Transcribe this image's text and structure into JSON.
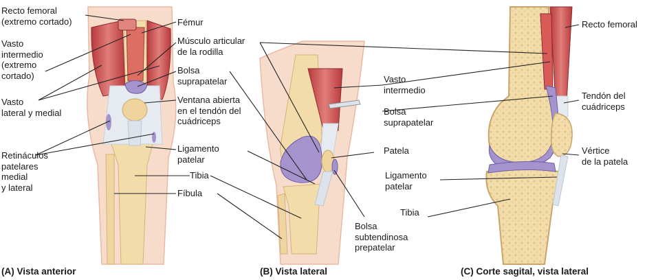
{
  "panel_a": {
    "caption": "(A) Vista anterior",
    "labels": {
      "recto_femoral": "Recto femoral\n(extremo cortado)",
      "vasto_intermedio": "Vasto\nintermedio\n(extremo\ncortado)",
      "vasto_lateral_medial": "Vasto\nlateral y medial",
      "retinaculos": "Retináculos\npatelares\nmedial\ny lateral",
      "femur": "Fémur",
      "musculo_articular": "Músculo articular\nde la rodilla",
      "bolsa_suprapatelar": "Bolsa\nsuprapatelar",
      "ventana": "Ventana abierta\nen el tendón del\ncuádriceps",
      "ligamento_patelar": "Ligamento\npatelar",
      "tibia": "Tibia",
      "fibula": "Fíbula"
    }
  },
  "panel_b": {
    "caption": "(B) Vista lateral",
    "labels": {
      "vasto_intermedio": "Vasto\nintermedio",
      "bolsa_suprapatelar": "Bolsa\nsuprapatelar",
      "patela": "Patela",
      "bolsa_subtendinosa": "Bolsa\nsubtendinosa\nprepatelar"
    }
  },
  "panel_c": {
    "caption": "(C) Corte sagital, vista lateral",
    "labels": {
      "recto_femoral": "Recto femoral",
      "tendon_cuadriceps": "Tendón del\ncuádriceps",
      "vertice_patela": "Vértice\nde la patela",
      "ligamento_patelar": "Ligamento\npatelar",
      "tibia": "Tibia"
    }
  },
  "colors": {
    "muscle": "#c9474a",
    "muscle_light": "#e58a86",
    "bone": "#f2dcaa",
    "bone_dark": "#e0bd7c",
    "bursa": "#a493cc",
    "tendon": "#e9edf2",
    "skin": "#f7d9c8",
    "leader": "#222222"
  }
}
